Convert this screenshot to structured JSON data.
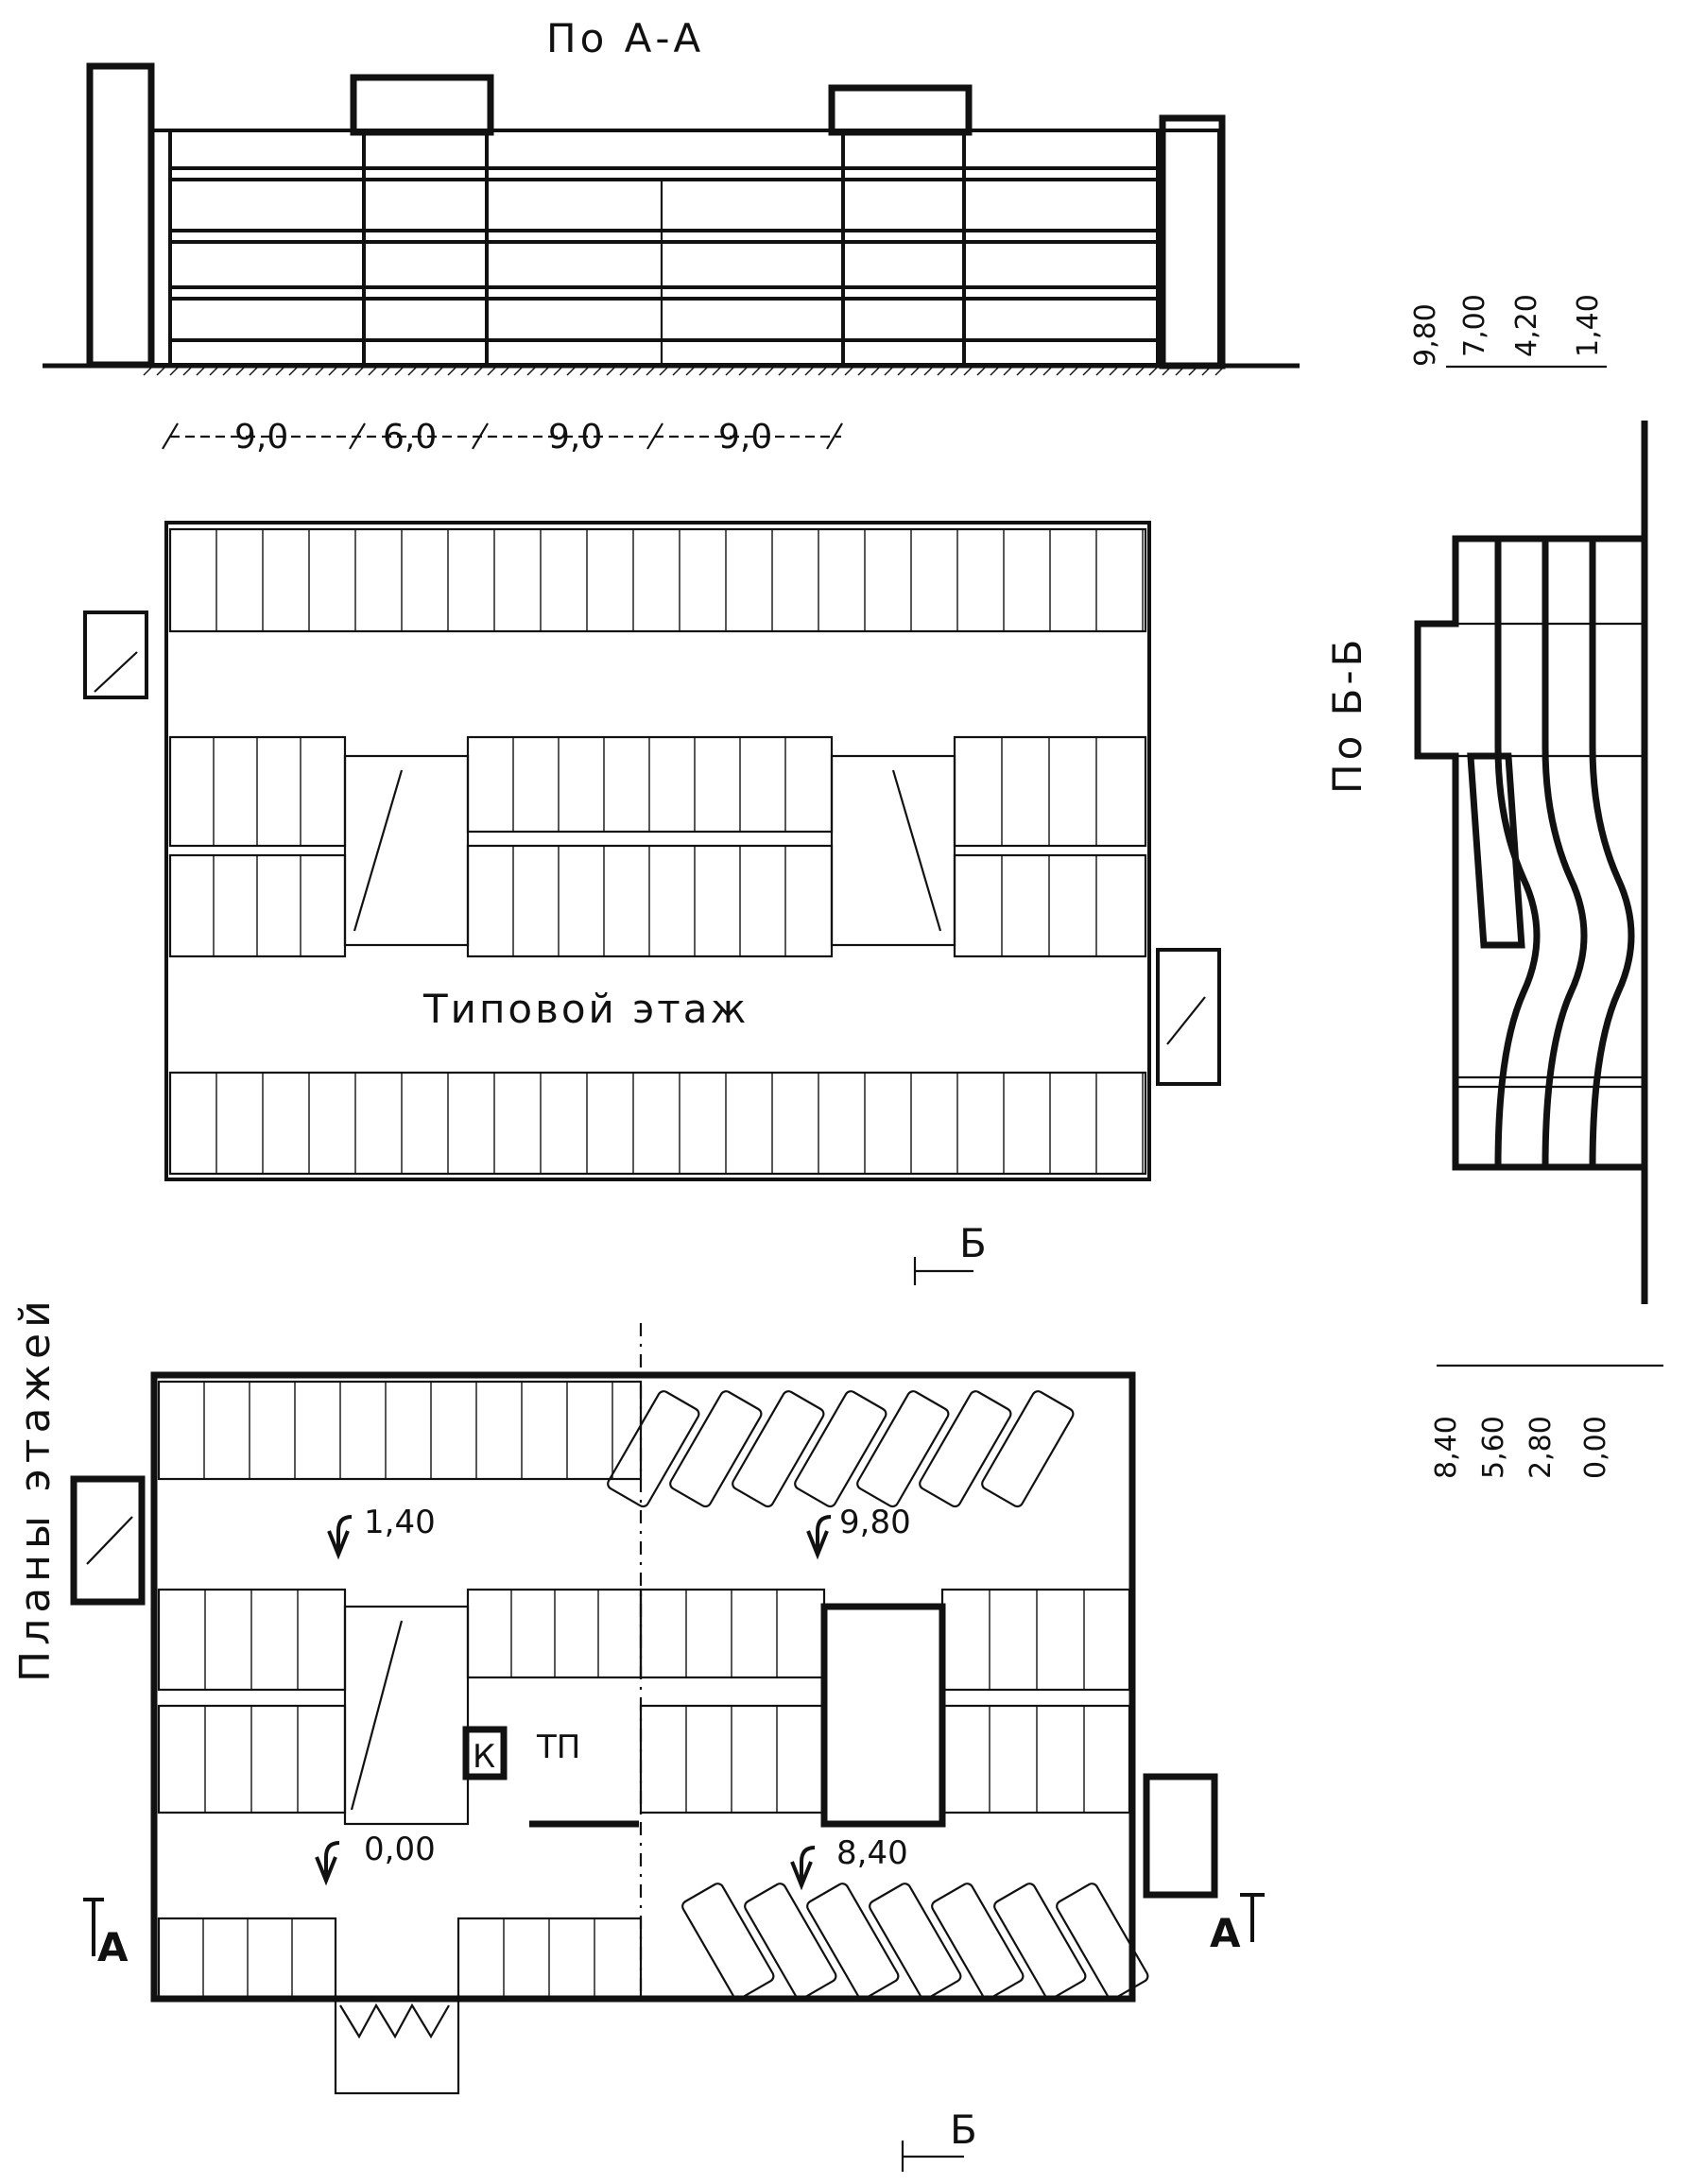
{
  "section_aa": {
    "title": "По А-А",
    "spans": [
      "9,0",
      "6,0",
      "9,0",
      "9,0"
    ]
  },
  "section_bb": {
    "title": "По Б-Б",
    "levels_top": [
      "9,80",
      "7,00",
      "4,20",
      "1,40"
    ],
    "levels_bottom": [
      "8,40",
      "5,60",
      "2,80",
      "0,00"
    ]
  },
  "side_caption": "Планы этажей",
  "typical_floor": {
    "title": "Типовой этаж",
    "section_marker": "Б"
  },
  "ground_floor": {
    "levels": [
      "1,40",
      "9,80",
      "0,00",
      "8,40"
    ],
    "room_tp": "ТП",
    "room_k": "К",
    "marker_a_left": "А",
    "marker_a_right": "А",
    "section_marker": "Б"
  }
}
